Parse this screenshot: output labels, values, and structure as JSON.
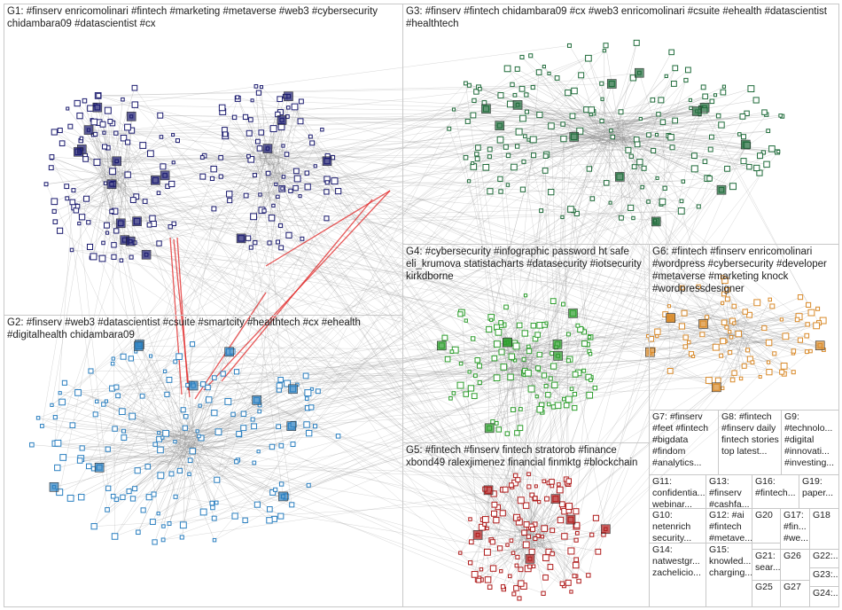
{
  "colors": {
    "g1": "#1a1a6e",
    "g2": "#2a7fc0",
    "g3": "#1f6b3a",
    "g4": "#2d9e2d",
    "g5": "#b01c1c",
    "g6": "#d98a2a",
    "edge": "#8c8c8c",
    "edge_red": "#e02020"
  },
  "groups": [
    {
      "id": "G1",
      "label": "G1: #finserv enricomolinari #fintech #marketing #metaverse #web3 #cybersecurity chidambara09 #datascientist #cx"
    },
    {
      "id": "G2",
      "label": "G2: #finserv #web3 #datascientist #csuite #smartcity #healthtech #cx #ehealth #digitalhealth chidambara09"
    },
    {
      "id": "G3",
      "label": "G3: #finserv #fintech chidambara09 #cx #web3 enricomolinari #csuite #ehealth #datascientist #healthtech"
    },
    {
      "id": "G4",
      "label": "G4: #cybersecurity #infographic password ht safe eli_krumova statistacharts #datasecurity #iotsecurity kirkdborne"
    },
    {
      "id": "G5",
      "label": "G5: #fintech #finserv fintech stratorob #finance xbond49 ralexjimenez financial finmktg #blockchain"
    },
    {
      "id": "G6",
      "label": "G6: #fintech #finserv enricomolinari #wordpress #cybersecurity #developer #metaverse #marketing knock #wordpressdesigner"
    },
    {
      "id": "G7",
      "label": "G7: #finserv #feet #fintech #bigdata #findom #analytics..."
    },
    {
      "id": "G8",
      "label": "G8: #fintech #finserv daily fintech stories top latest..."
    },
    {
      "id": "G9",
      "label": "G9: #technolo... #digital #innovati... #investing..."
    },
    {
      "id": "G10",
      "label": "G10: netenrich security..."
    },
    {
      "id": "G11",
      "label": "G11: confidentia... webinar..."
    },
    {
      "id": "G12",
      "label": "G12: #ai #fintech #metave..."
    },
    {
      "id": "G13",
      "label": "G13: #finserv #cashfa..."
    },
    {
      "id": "G14",
      "label": "G14: natwestgr... zachelicio..."
    },
    {
      "id": "G15",
      "label": "G15: knowled... charging..."
    },
    {
      "id": "G16",
      "label": "G16: #fintech..."
    },
    {
      "id": "G17",
      "label": "G17: #fin... #we..."
    },
    {
      "id": "G18",
      "label": "G18"
    },
    {
      "id": "G19",
      "label": "G19: paper..."
    },
    {
      "id": "G20",
      "label": "G20"
    },
    {
      "id": "G21",
      "label": "G21: sear..."
    },
    {
      "id": "G22",
      "label": "G22:..."
    },
    {
      "id": "G23",
      "label": "G23:..."
    },
    {
      "id": "G24",
      "label": "G24:..."
    },
    {
      "id": "G25",
      "label": "G25"
    },
    {
      "id": "G26",
      "label": "G26"
    },
    {
      "id": "G27",
      "label": "G27"
    }
  ]
}
